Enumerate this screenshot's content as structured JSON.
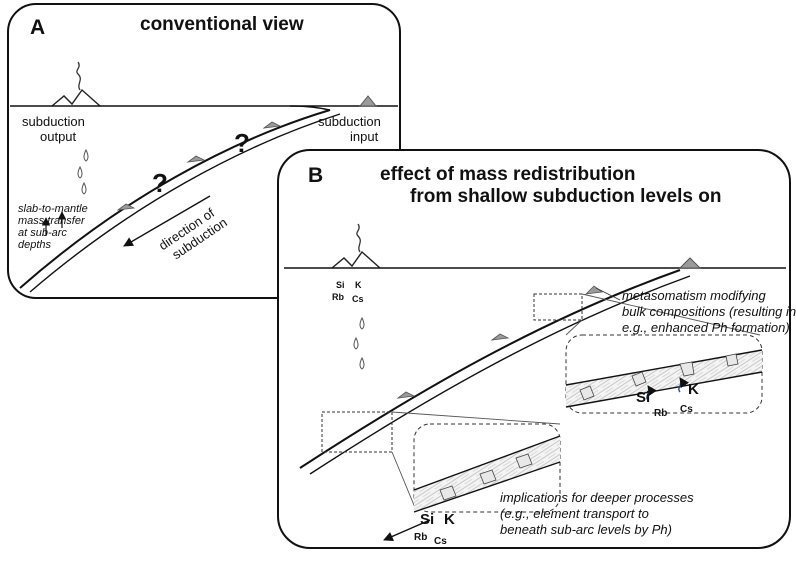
{
  "panel_a": {
    "letter": "A",
    "title": "conventional view",
    "output_label": [
      "subduction",
      "output"
    ],
    "input_label": [
      "subduction",
      "input"
    ],
    "question_marks": [
      "?",
      "?"
    ],
    "direction_label": [
      "direction of",
      "subduction"
    ],
    "transfer_label": [
      "slab-to-mantle",
      "mass transfer",
      "at sub-arc",
      "depths"
    ]
  },
  "panel_b": {
    "letter": "B",
    "title_line1": "effect of mass redistribution",
    "title_line2": "from shallow subduction levels on",
    "arc_elements": [
      "Si",
      "K",
      "Rb",
      "Cs"
    ],
    "metasomatism_label": [
      "metasomatism modifying",
      "bulk compositions (resulting in,",
      "e.g., enhanced Ph formation)"
    ],
    "upper_inset_elements": [
      "Si",
      "K",
      "Rb",
      "Cs"
    ],
    "deeper_label": [
      "implications for deeper processes",
      "(e.g., element transport to",
      "beneath sub-arc levels by Ph)"
    ],
    "lower_inset_elements": [
      "Si",
      "K",
      "Rb",
      "Cs"
    ]
  }
}
